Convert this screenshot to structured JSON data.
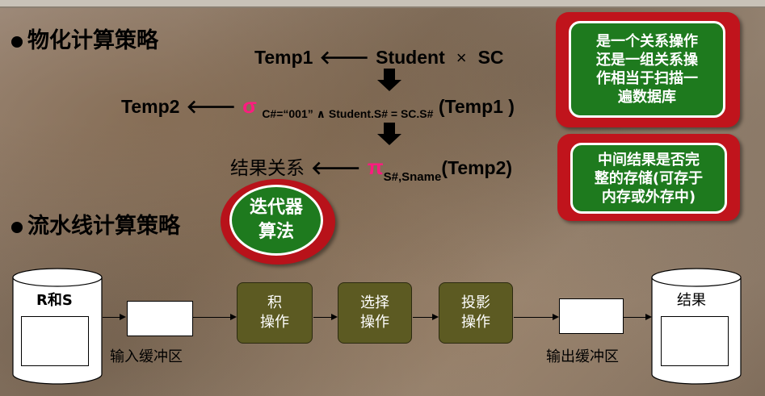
{
  "strategy1": {
    "heading": "物化计算策略"
  },
  "strategy2": {
    "heading": "流水线计算策略"
  },
  "formula1": {
    "lhs": "Temp1",
    "rel1": "Student",
    "op": "×",
    "rel2": "SC"
  },
  "formula2": {
    "lhs": "Temp2",
    "sigma": "σ",
    "condition": "C#=“001” ∧ Student.S# = SC.S#",
    "arg": "(Temp1 )"
  },
  "formula3": {
    "lhs": "结果关系",
    "pi": "π",
    "attrs": "S#,Sname",
    "arg": "(Temp2)"
  },
  "callout1": {
    "line1": "是一个关系操作",
    "line2": "还是一组关系操",
    "line3": "作相当于扫描一",
    "line4": "遍数据库"
  },
  "callout2": {
    "line1": "中间结果是否完",
    "line2": "整的存储(可存于",
    "line3": "内存或外存中)"
  },
  "oval": {
    "line1": "迭代器",
    "line2": "算法"
  },
  "pipeline": {
    "input_db": "R和S",
    "input_buffer": "输入缓冲区",
    "ops": [
      {
        "line1": "积",
        "line2": "操作"
      },
      {
        "line1": "选择",
        "line2": "操作"
      },
      {
        "line1": "投影",
        "line2": "操作"
      }
    ],
    "output_buffer": "输出缓冲区",
    "output_db": "结果"
  },
  "colors": {
    "callout_red": "#c0141c",
    "callout_green": "#1e7a1e",
    "operator_pink": "#ff1a80",
    "op_box": "#5c5a22"
  },
  "icons": {
    "arrow_left": "left-arrow-icon",
    "arrow_down": "down-arrow-icon",
    "bullet": "bullet-icon",
    "database": "database-cylinder-icon"
  }
}
